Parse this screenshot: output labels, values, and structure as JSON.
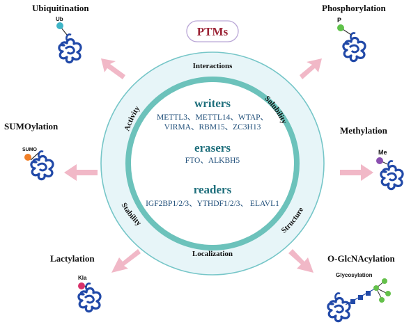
{
  "center": {
    "title": "PTMs",
    "writers": {
      "title": "writers",
      "line1": "METTL3、METTL14、WTAP、",
      "line2": "VIRMA、RBM15、ZC3H13"
    },
    "erasers": {
      "title": "erasers",
      "line1": "FTO、ALKBH5"
    },
    "readers": {
      "title": "readers",
      "line1": "IGF2BP1/2/3、YTHDF1/2/3、 ELAVL1"
    }
  },
  "ring_labels": {
    "interactions": "Interactions",
    "activity": "Activity",
    "solubility": "Solubility",
    "stability": "Stability",
    "structure": "Structure",
    "localization": "Localization"
  },
  "modifications": [
    {
      "name": "Ubiquitination",
      "tag": "Ub",
      "tag_color": "#3fb5c7"
    },
    {
      "name": "Phosphorylation",
      "tag": "P",
      "tag_color": "#5fc24a"
    },
    {
      "name": "SUMOylation",
      "tag": "SUMO",
      "tag_color": "#f07f27"
    },
    {
      "name": "Methylation",
      "tag": "Me",
      "tag_color": "#8a4fb0"
    },
    {
      "name": "Lactylation",
      "tag": "Kla",
      "tag_color": "#d8326b"
    },
    {
      "name": "O-GlcNAcylation",
      "tag": "Glycosylation",
      "tag_color": "#64c04a"
    }
  ],
  "colors": {
    "title_red": "#9b2335",
    "teal_dark": "#1f6f7c",
    "text_blue": "#1f4e79",
    "ring_fill": "#e7f5f8",
    "ring_stroke": "#76c6c8",
    "inner_ring": "#6cc2bb",
    "arrow_pink": "#f1b8c7",
    "protein_blue": "#2149a8"
  },
  "icons": [
    "protein-icon",
    "arrow-icon",
    "glycan-chain-icon"
  ]
}
